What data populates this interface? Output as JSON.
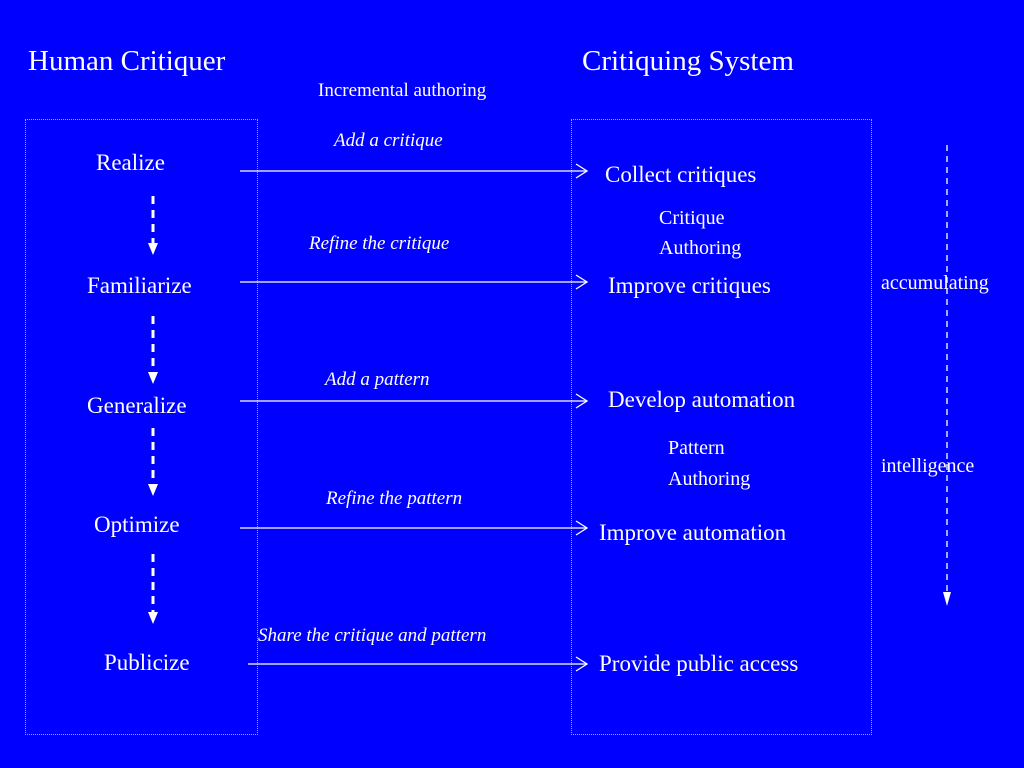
{
  "headings": {
    "human": "Human Critiquer",
    "system": "Critiquing System",
    "incremental": "Incremental authoring"
  },
  "human_steps": [
    "Realize",
    "Familiarize",
    "Generalize",
    "Optimize",
    "Publicize"
  ],
  "actions": [
    "Add a critique",
    "Refine the critique",
    "Add a pattern",
    "Refine the pattern",
    "Share the critique and pattern"
  ],
  "system_steps": [
    "Collect critiques",
    "Improve critiques",
    "Develop automation",
    "Improve automation",
    "Provide public access"
  ],
  "authoring": {
    "critique": [
      "Critique",
      "Authoring"
    ],
    "pattern": [
      "Pattern",
      "Authoring"
    ]
  },
  "side_labels": {
    "top": "accumulating",
    "bottom": "intelligence"
  },
  "colors": {
    "background": "#0000ff",
    "foreground": "#ffffff"
  }
}
